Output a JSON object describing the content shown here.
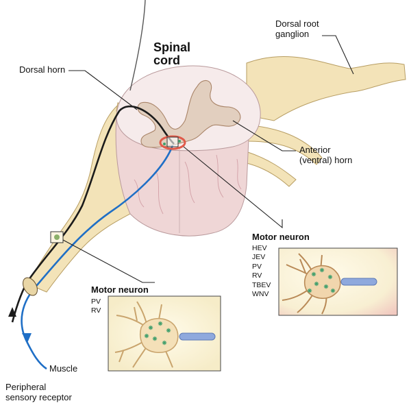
{
  "title": {
    "line1": "Spinal",
    "line2": "cord"
  },
  "labels": {
    "dorsal_horn": "Dorsal horn",
    "dorsal_root_ganglion": {
      "line1": "Dorsal root",
      "line2": "ganglion"
    },
    "anterior_horn": {
      "line1": "Anterior",
      "line2": "(ventral) horn"
    },
    "muscle": "Muscle",
    "peripheral_receptor": {
      "line1": "Peripheral",
      "line2": "sensory receptor"
    }
  },
  "insets": {
    "upper": {
      "heading": "Motor neuron",
      "viruses": [
        "HEV",
        "JEV",
        "PV",
        "RV",
        "TBEV",
        "WNV"
      ]
    },
    "lower": {
      "heading": "Motor neuron",
      "viruses": [
        "PV",
        "RV"
      ]
    }
  },
  "colors": {
    "nerve": "#f3e3b8",
    "nerve_outline": "#b79d62",
    "cord_white_matter": "#f4e6e6",
    "grey_matter": "#e2cfbf",
    "sensory_path": "#1b1b1b",
    "motor_path": "#1f6fc6",
    "virus": "#3f9e6c",
    "inset_bg": "#fbf5e1",
    "highlight_ring": "#e05a4a"
  }
}
